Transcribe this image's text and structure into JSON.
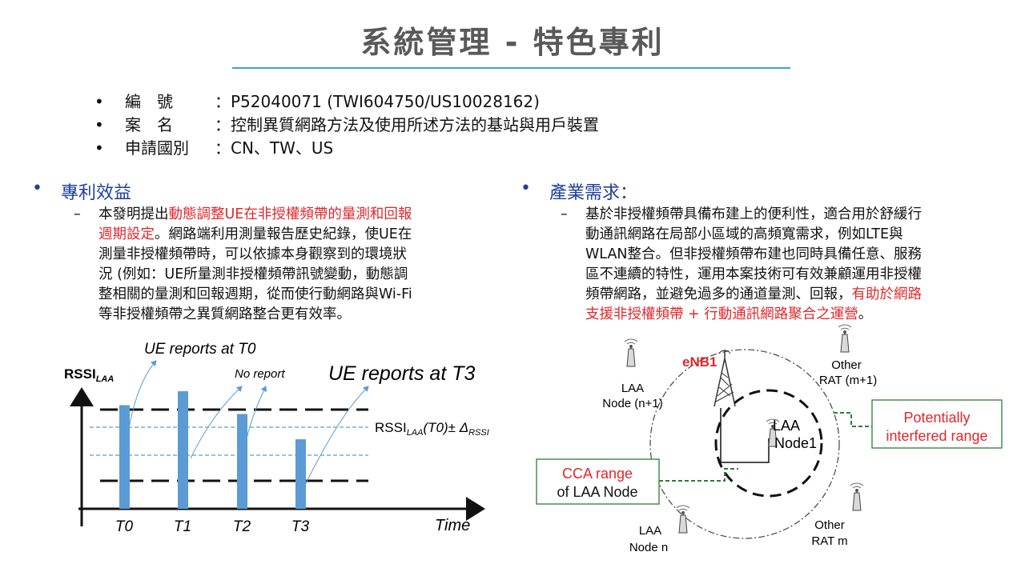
{
  "title": "系統管理 - 特色專利",
  "info": [
    {
      "label": "編　號",
      "value": "：P52040071  (TWI604750/US10028162)"
    },
    {
      "label": "案　名",
      "value": "：控制異質網路方法及使用所述方法的基站與用戶裝置"
    },
    {
      "label": "申請國別",
      "value": "：CN、TW、US"
    }
  ],
  "left": {
    "heading": "專利效益",
    "dash": "–",
    "lines": [
      [
        {
          "t": "本發明提出"
        },
        {
          "t": "動態調整UE在非授權頻帶的量測和回報",
          "red": true
        }
      ],
      [
        {
          "t": "週期設定",
          "red": true
        },
        {
          "t": "。網路端利用測量報告歷史紀錄，使UE在"
        }
      ],
      [
        {
          "t": "測量非授權頻帶時，可以依據本身觀察到的環境狀"
        }
      ],
      [
        {
          "t": "況 (例如：UE所量測非授權頻帶訊號變動，動態調"
        }
      ],
      [
        {
          "t": "整相關的量測和回報週期，從而使行動網路與Wi-Fi"
        }
      ],
      [
        {
          "t": "等非授權頻帶之異質網路整合更有效率。"
        }
      ]
    ]
  },
  "right": {
    "heading": "產業需求：",
    "dash": "–",
    "lines": [
      [
        {
          "t": "基於非授權頻帶具備布建上的便利性，適合用於舒緩行"
        }
      ],
      [
        {
          "t": "動通訊網路在局部小區域的高頻寬需求，例如LTE與"
        }
      ],
      [
        {
          "t": "WLAN整合。但非授權頻帶布建也同時具備任意、服務"
        }
      ],
      [
        {
          "t": "區不連續的特性，運用本案技術可有效兼顧運用非授權"
        }
      ],
      [
        {
          "t": "頻帶網路，並避免過多的通道量測、回報，"
        },
        {
          "t": "有助於網路",
          "red": true
        }
      ],
      [
        {
          "t": "支援非授權頻帶 + 行動通訊網路聚合之運營",
          "red": true
        },
        {
          "t": "。"
        }
      ]
    ]
  },
  "chart": {
    "ylabel_main": "RSSI",
    "ylabel_sub": "LAA",
    "xlabel": "Time",
    "ticks": [
      "T0",
      "T1",
      "T2",
      "T3"
    ],
    "ue_t0": "UE reports at T0",
    "no_report": "No report",
    "ue_t3": "UE reports at T3",
    "threshold_main": "RSSI",
    "threshold_sub": "LAA",
    "threshold_rest": "(T0)± Δ",
    "threshold_delta_sub": "RSSI",
    "bar_color": "#5b9bd5"
  },
  "chart_data": {
    "type": "bar",
    "categories": [
      "T0",
      "T1",
      "T2",
      "T3"
    ],
    "values": [
      0.82,
      0.93,
      0.75,
      0.55
    ],
    "xlabel": "Time",
    "ylabel": "RSSI_LAA"
  },
  "diagram": {
    "enb": "eNB1",
    "laa_node1": [
      "LAA",
      "Node1"
    ],
    "laa_n1": [
      "LAA",
      "Node (n+1)"
    ],
    "laa_n": [
      "LAA",
      "Node n"
    ],
    "other_m1": [
      "Other",
      "RAT (m+1)"
    ],
    "other_m": [
      "Other",
      "RAT m"
    ],
    "cca": [
      "CCA range",
      "of LAA Node"
    ],
    "pir": [
      "Potentially",
      "interfered range"
    ],
    "red": "#e3262b",
    "green": "#1e6b1e"
  }
}
